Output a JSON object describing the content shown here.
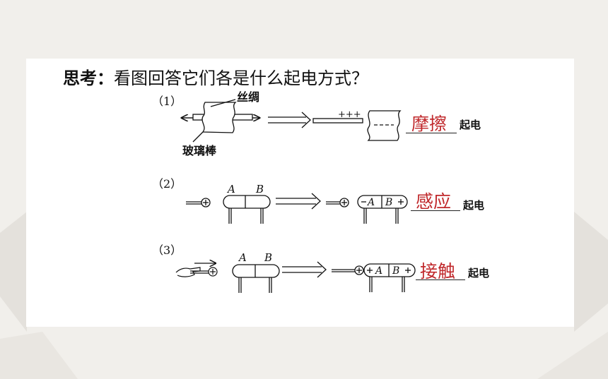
{
  "title_label": "思考：",
  "title_question": "看图回答它们各是什么起电方式？",
  "items": [
    {
      "number": "（1）",
      "top_label": "丝绸",
      "bottom_label": "玻璃棒",
      "charge_marks": "+++",
      "answer": "摩擦",
      "suffix": "起电"
    },
    {
      "number": "（2）",
      "label_a": "A",
      "label_b": "B",
      "answer": "感应",
      "suffix": "起电"
    },
    {
      "number": "（3）",
      "label_a": "A",
      "label_b": "B",
      "answer": "接触",
      "suffix": "起电"
    }
  ],
  "colors": {
    "answer": "#c0282b",
    "slide": "#ffffff",
    "background": "#f1efeb"
  }
}
